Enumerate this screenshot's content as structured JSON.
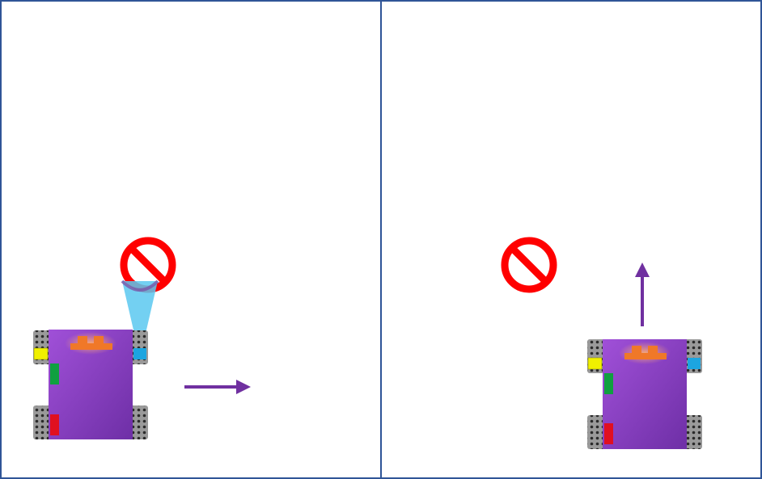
{
  "colors": {
    "frame_border": "#2F5597",
    "robot_body": "#8E44C8",
    "robot_body_dark": "#6E2FA6",
    "lights": "#F07828",
    "wheel": "#8C8C8C",
    "sensor_beam": "#5BC8F0",
    "sensor": "#1CA5E0",
    "yellow_marker": "#F0F000",
    "green_marker": "#10A040",
    "red_marker": "#E01020",
    "arrow": "#7030A0",
    "no_sign": "#FF0000"
  },
  "panels": [
    {
      "name": "left-panel",
      "robot": {
        "sensor_active": true
      },
      "arrow_direction": "right",
      "icons": [
        "no-entry-sign-icon",
        "robot-icon",
        "arrow-right-icon"
      ]
    },
    {
      "name": "right-panel",
      "robot": {
        "sensor_active": false
      },
      "arrow_direction": "up",
      "icons": [
        "no-entry-sign-icon",
        "robot-icon",
        "arrow-up-icon"
      ]
    }
  ]
}
